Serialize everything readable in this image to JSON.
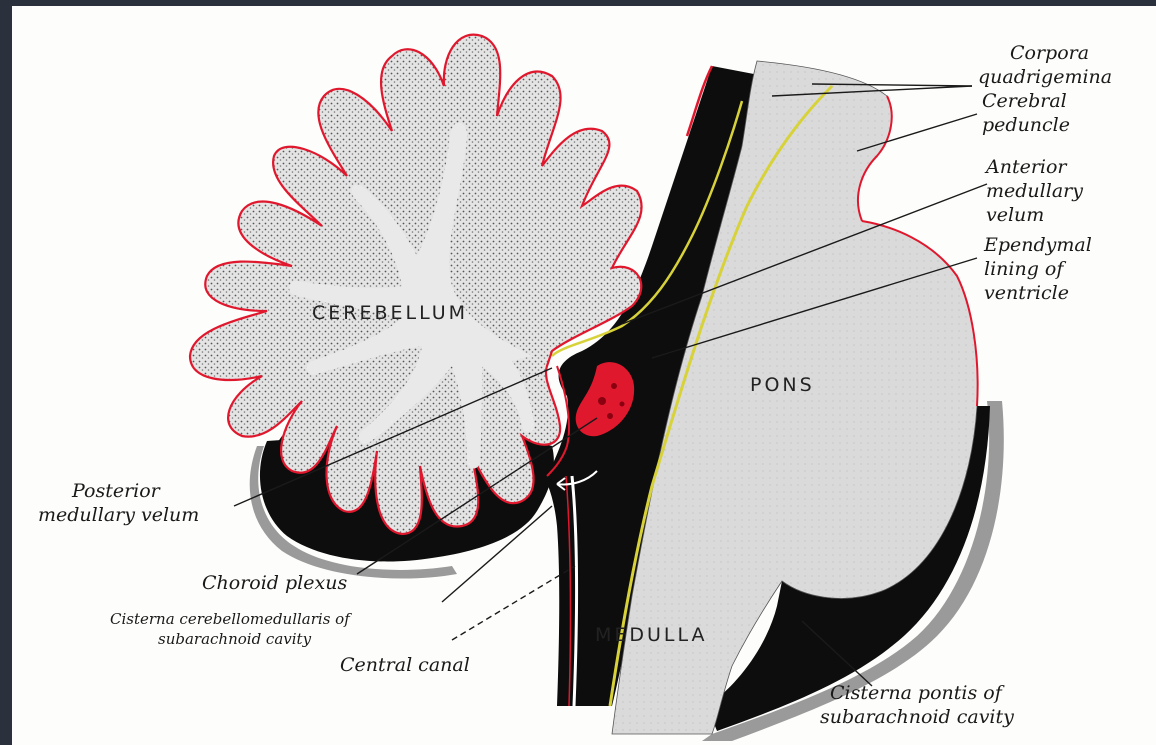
{
  "regions": {
    "cerebellum": "CEREBELLUM",
    "pons": "PONS",
    "medulla": "MEDULLA"
  },
  "labels": {
    "corpora_1": "Corpora",
    "corpora_2": "quadrigemina",
    "cerebral_1": "Cerebral",
    "cerebral_2": "peduncle",
    "anterior_1": "Anterior",
    "anterior_2": "medullary",
    "anterior_3": "velum",
    "ependymal_1": "Ependymal",
    "ependymal_2": "lining of",
    "ependymal_3": "ventricle",
    "posterior_1": "Posterior",
    "posterior_2": "medullary velum",
    "choroid": "Choroid plexus",
    "cisterna_cm_1": "Cisterna cerebellomedullaris of",
    "cisterna_cm_2": "subarachnoid cavity",
    "central_canal": "Central canal",
    "cisterna_p_1": "Cisterna pontis of",
    "cisterna_p_2": "subarachnoid cavity"
  },
  "colors": {
    "background": "#2b313c",
    "paper": "#fdfdfb",
    "tissue": "#d9d9d9",
    "cavity": "#0d0d0d",
    "pia_red": "#e0182e",
    "ependyma_yellow": "#d8d23a"
  }
}
